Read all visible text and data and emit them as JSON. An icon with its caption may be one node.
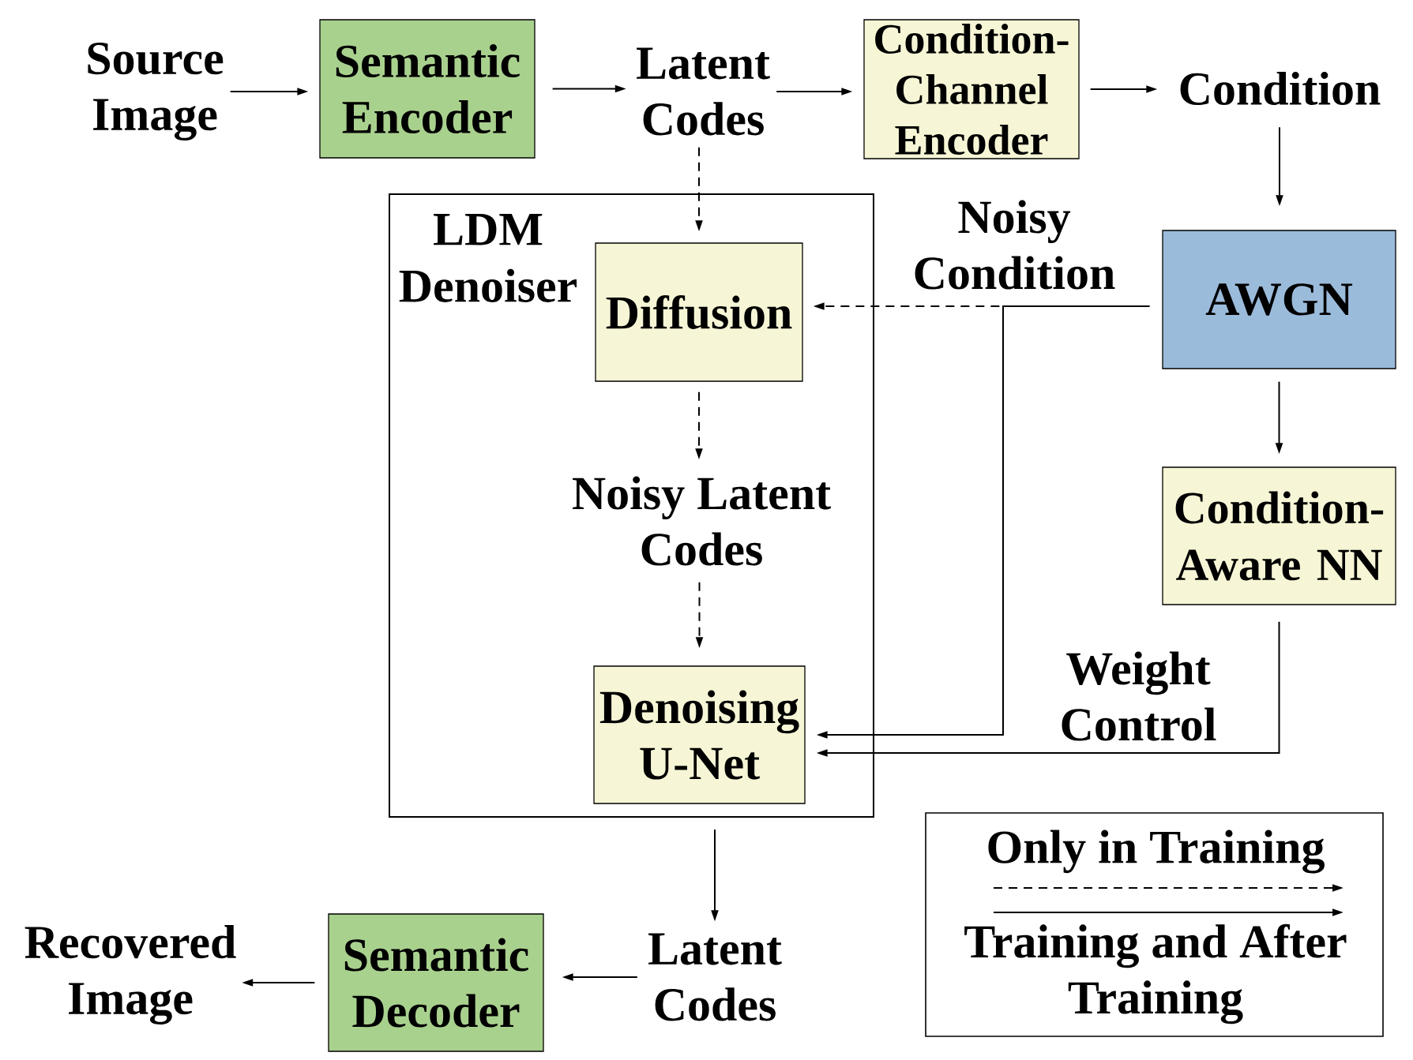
{
  "diagram": {
    "nodes": [
      {
        "text": [
          "Source Image"
        ]
      },
      {
        "text": [
          "Semantic Encoder"
        ]
      },
      {
        "text": [
          "Latent Codes"
        ]
      },
      {
        "text": [
          "Condition-Channel Encoder"
        ]
      },
      {
        "text": [
          "Condition"
        ]
      },
      {
        "text": [
          "LDM Denoiser"
        ]
      },
      {
        "text": [
          "Diffusion"
        ],
        "in": 5
      },
      {
        "text": [
          "Noisy Latent Codes"
        ],
        "in": 5
      },
      {
        "text": [
          "Denoising U-Net"
        ],
        "in": 5
      },
      {
        "text": [
          "AWGN"
        ]
      },
      {
        "text": [
          "Condition-Aware NN"
        ]
      },
      {
        "text": [
          "Latent Codes"
        ]
      },
      {
        "text": [
          "Semantic Decoder"
        ]
      },
      {
        "text": [
          "Recovered Image"
        ]
      }
    ],
    "edges": [
      {
        "from": 0,
        "to": 1,
        "arrow": "to"
      },
      {
        "from": 1,
        "to": 2,
        "arrow": "to"
      },
      {
        "from": 2,
        "to": 3,
        "arrow": "to"
      },
      {
        "from": 3,
        "to": 4,
        "arrow": "to"
      },
      {
        "from": 4,
        "to": 9,
        "arrow": "to"
      },
      {
        "from": 2,
        "to": 6,
        "arrow": "to",
        "style": "dashed"
      },
      {
        "from": 9,
        "to": 6,
        "arrow": "to",
        "style": "dashed",
        "label": "Noisy Condition"
      },
      {
        "from": 9,
        "to": 8,
        "arrow": "to"
      },
      {
        "from": 9,
        "to": 10,
        "arrow": "to"
      },
      {
        "from": 10,
        "to": 8,
        "arrow": "to",
        "label": "Weight Control"
      },
      {
        "from": 6,
        "to": 7,
        "arrow": "to",
        "style": "dashed"
      },
      {
        "from": 7,
        "to": 8,
        "arrow": "to",
        "style": "dashed"
      },
      {
        "from": 5,
        "to": 11,
        "arrow": "to"
      },
      {
        "from": 11,
        "to": 12,
        "arrow": "to"
      },
      {
        "from": 12,
        "to": 13,
        "arrow": "to"
      }
    ],
    "legend": [
      {
        "text": "Only in Training"
      },
      {
        "text": "Training and After Training"
      }
    ]
  }
}
